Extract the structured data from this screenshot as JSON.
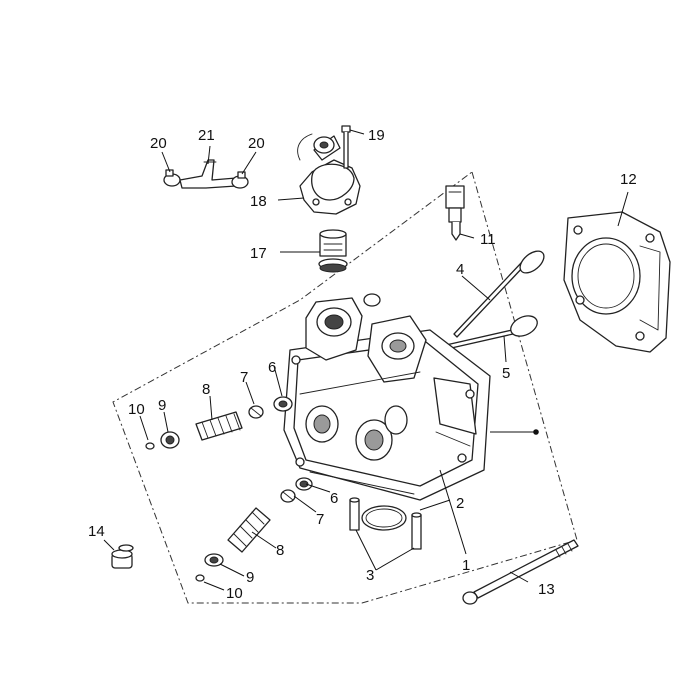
{
  "callouts": [
    {
      "id": "c1",
      "text": "1"
    },
    {
      "id": "c2",
      "text": "2"
    },
    {
      "id": "c3",
      "text": "3"
    },
    {
      "id": "c4",
      "text": "4"
    },
    {
      "id": "c5",
      "text": "5"
    },
    {
      "id": "c6a",
      "text": "6"
    },
    {
      "id": "c6b",
      "text": "6"
    },
    {
      "id": "c7a",
      "text": "7"
    },
    {
      "id": "c7b",
      "text": "7"
    },
    {
      "id": "c8a",
      "text": "8"
    },
    {
      "id": "c8b",
      "text": "8"
    },
    {
      "id": "c9a",
      "text": "9"
    },
    {
      "id": "c9b",
      "text": "9"
    },
    {
      "id": "c10a",
      "text": "10"
    },
    {
      "id": "c10b",
      "text": "10"
    },
    {
      "id": "c11",
      "text": "11"
    },
    {
      "id": "c12",
      "text": "12"
    },
    {
      "id": "c13",
      "text": "13"
    },
    {
      "id": "c14",
      "text": "14"
    },
    {
      "id": "c17",
      "text": "17"
    },
    {
      "id": "c18",
      "text": "18"
    },
    {
      "id": "c19",
      "text": "19"
    },
    {
      "id": "c20a",
      "text": "20"
    },
    {
      "id": "c20b",
      "text": "20"
    },
    {
      "id": "c21",
      "text": "21"
    }
  ]
}
